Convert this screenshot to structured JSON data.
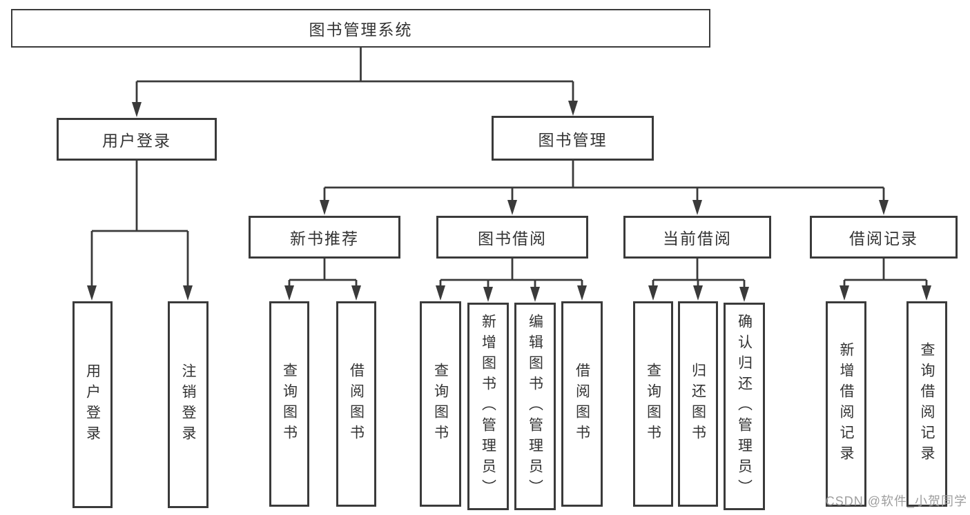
{
  "tree": {
    "root": {
      "label": "图书管理系统"
    },
    "branches": [
      {
        "label": "用户登录",
        "children": [
          {
            "label": "用户登录"
          },
          {
            "label": "注销登录"
          }
        ]
      },
      {
        "label": "图书管理",
        "groups": [
          {
            "label": "新书推荐",
            "children": [
              {
                "label": "查询图书"
              },
              {
                "label": "借阅图书"
              }
            ]
          },
          {
            "label": "图书借阅",
            "children": [
              {
                "label": "查询图书"
              },
              {
                "label": "新增图书（管理员）"
              },
              {
                "label": "编辑图书（管理员）"
              },
              {
                "label": "借阅图书"
              }
            ]
          },
          {
            "label": "当前借阅",
            "children": [
              {
                "label": "查询图书"
              },
              {
                "label": "归还图书"
              },
              {
                "label": "确认归还（管理员）"
              }
            ]
          },
          {
            "label": "借阅记录",
            "children": [
              {
                "label": "新增借阅记录"
              },
              {
                "label": "查询借阅记录"
              }
            ]
          }
        ]
      }
    ]
  },
  "watermark": {
    "text": "CSDN @软件_小贺同学"
  },
  "colors": {
    "line": "#3a3a3a",
    "box_border": "#3a3a3a",
    "text": "#333333",
    "box_background": "#ffffff",
    "page_background": "#ffffff",
    "watermark": "#9e9e9e"
  }
}
